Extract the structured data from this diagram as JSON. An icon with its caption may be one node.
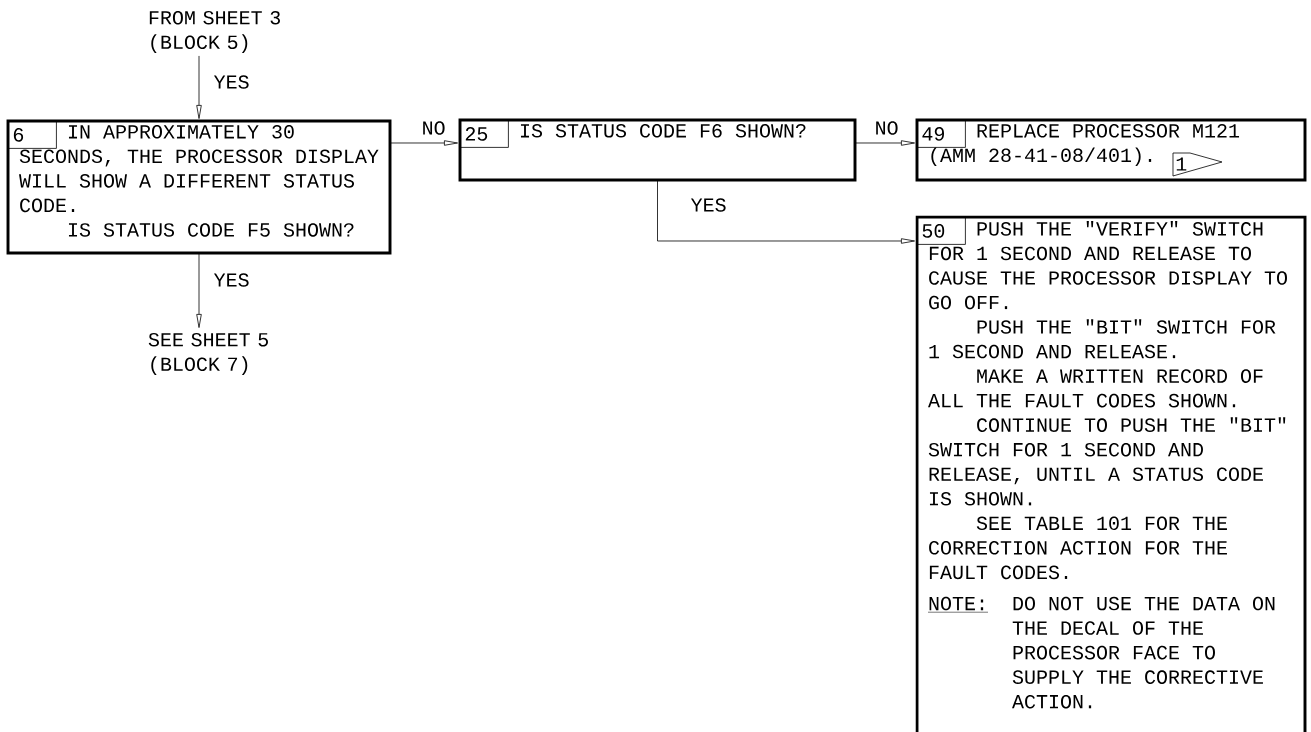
{
  "diagram": {
    "nodes": [
      {
        "text": [
          "FROM SHEET 3 (BLOCK 5)"
        ]
      },
      {
        "text": [
          "6",
          "IN APPROXIMATELY 30 SECONDS, THE PROCESSOR DISPLAY WILL SHOW A DIFFERENT STATUS CODE.",
          "IS STATUS CODE F5 SHOWN?"
        ]
      },
      {
        "text": [
          "SEE SHEET 5 (BLOCK 7)"
        ]
      },
      {
        "text": [
          "25",
          "IS STATUS CODE F6 SHOWN?"
        ]
      },
      {
        "text": [
          "49",
          "REPLACE PROCESSOR M121 (AMM 28-41-08/401).",
          "1"
        ]
      },
      {
        "text": [
          "50",
          "PUSH THE \"VERIFY\" SWITCH FOR 1 SECOND AND RELEASE TO CAUSE THE PROCESSOR DISPLAY TO GO OFF.",
          "PUSH THE \"BIT\" SWITCH FOR 1 SECOND AND RELEASE.",
          "MAKE A WRITTEN RECORD OF ALL THE FAULT CODES SHOWN.",
          "CONTINUE TO PUSH THE \"BIT\" SWITCH FOR 1 SECOND AND RELEASE, UNTIL A STATUS CODE IS SHOWN.",
          "SEE TABLE 101 FOR THE CORRECTION ACTION FOR THE FAULT CODES.",
          "NOTE:",
          "DO NOT USE THE DATA ON THE DECAL OF THE PROCESSOR FACE TO SUPPLY THE CORRECTIVE ACTION."
        ]
      }
    ],
    "edges": [
      {
        "from": 0,
        "to": 1,
        "arrow": "to",
        "label": "YES"
      },
      {
        "from": 1,
        "to": 2,
        "arrow": "to",
        "label": "YES"
      },
      {
        "from": 1,
        "to": 3,
        "arrow": "to",
        "label": "NO"
      },
      {
        "from": 3,
        "to": 4,
        "arrow": "to",
        "label": "NO"
      },
      {
        "from": 3,
        "to": 5,
        "arrow": "to",
        "label": "YES"
      }
    ]
  }
}
